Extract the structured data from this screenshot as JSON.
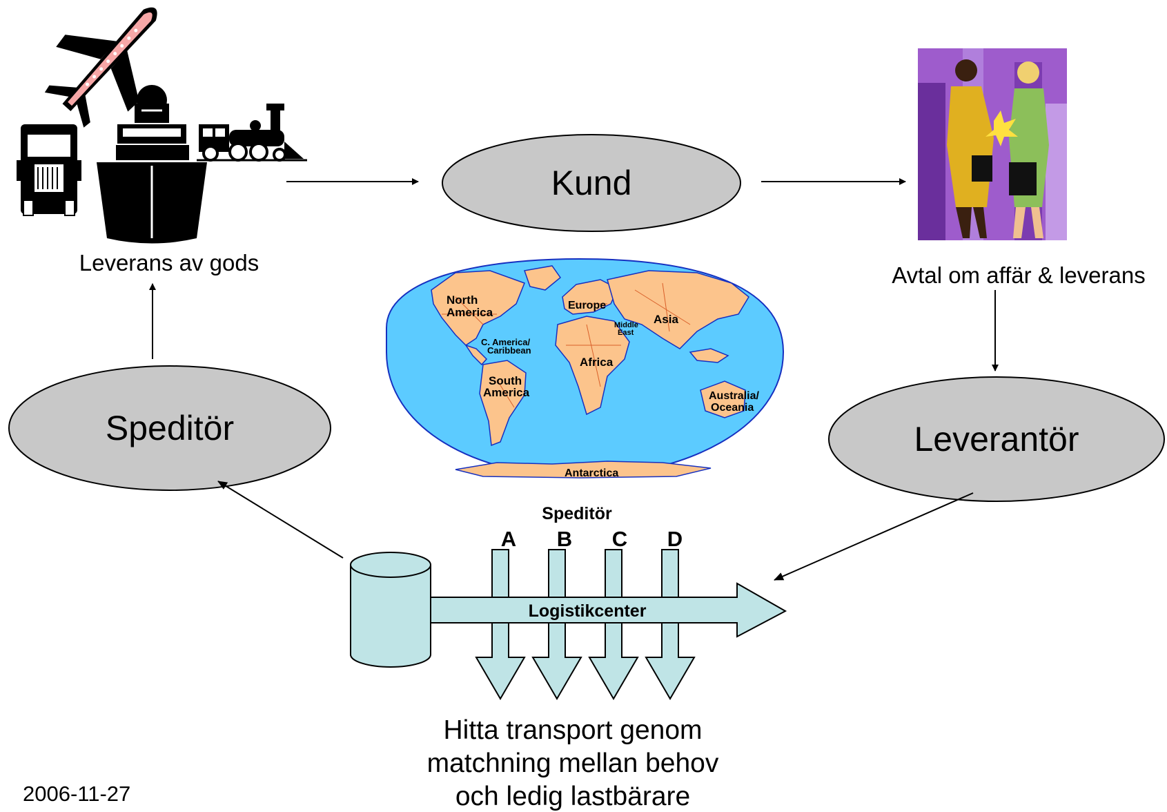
{
  "nodes": {
    "kund": "Kund",
    "speditor": "Speditör",
    "leverantor": "Leverantör"
  },
  "captions": {
    "leverans": "Leverans av gods",
    "avtal": "Avtal om affär & leverans",
    "hitta": [
      "Hitta transport genom",
      "matchning mellan behov",
      "och ledig lastbärare"
    ]
  },
  "logistics": {
    "center_label": "Logistikcenter",
    "speditor_label": "Speditör",
    "lanes": [
      "A",
      "B",
      "C",
      "D"
    ]
  },
  "map": {
    "regions": [
      "North America",
      "Europe",
      "Asia",
      "Middle East",
      "C. America/ Caribbean",
      "Africa",
      "South America",
      "Australia/ Oceania",
      "Antarctica"
    ],
    "label_lines": {
      "north_america": [
        "North",
        "America"
      ],
      "europe": [
        "Europe"
      ],
      "asia": [
        "Asia"
      ],
      "middle_east": [
        "Middle",
        "East"
      ],
      "c_america": [
        "C. America/",
        "Caribbean"
      ],
      "africa": [
        "Africa"
      ],
      "south_america": [
        "South",
        "America"
      ],
      "australia": [
        "Australia/",
        "Oceania"
      ],
      "antarctica": [
        "Antarctica"
      ]
    }
  },
  "footer": {
    "date": "2006-11-27"
  },
  "colors": {
    "node_fill": "#c8c8c8",
    "ocean": "#5ccbff",
    "land": "#fcc48c",
    "border": "#d9602a",
    "coast": "#1630c0",
    "logistics_fill": "#bfe4e6",
    "purple_bg": "#9e5ccc"
  },
  "icons": [
    "airplane-icon",
    "ship-icon",
    "truck-icon",
    "train-icon",
    "handshake-icon",
    "world-map-icon",
    "database-icon"
  ]
}
